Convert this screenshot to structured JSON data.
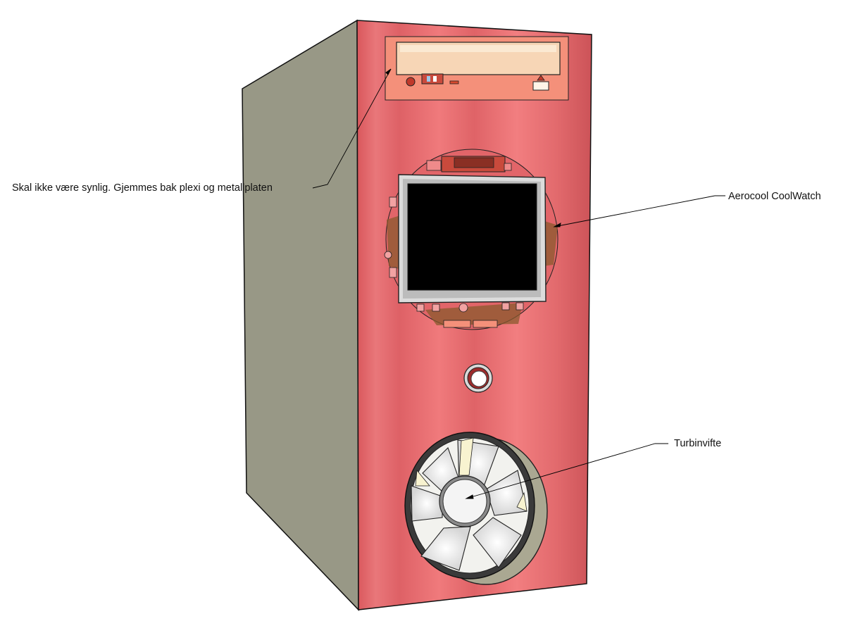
{
  "annotations": {
    "drive_note": "Skal ikke være synlig. Gjemmes bak plexi og metallplaten",
    "display_note": "Aerocool CoolWatch",
    "fan_note": "Turbinvifte"
  },
  "colors": {
    "front_panel": "#e8696d",
    "front_highlight": "#f47d80",
    "side_panel": "#9a9a88",
    "screen": "#000000",
    "bezel": "#d9d9d9",
    "bracket": "#8a5a2e",
    "drive_bay": "#f59a85"
  }
}
